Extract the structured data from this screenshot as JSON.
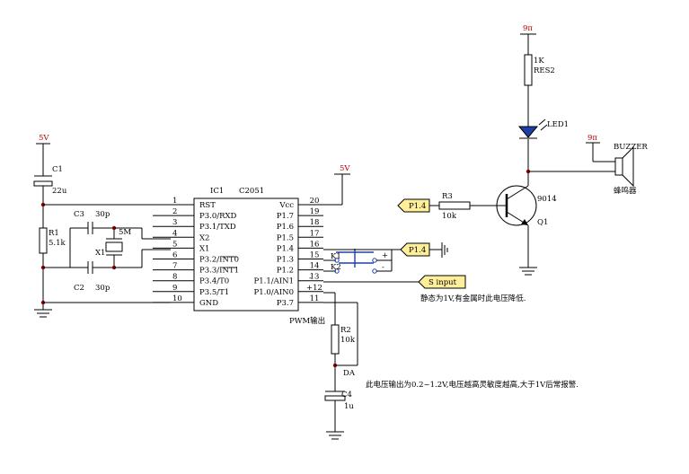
{
  "supply": {
    "v5_a": "5V",
    "v5_b": "5V",
    "v9_a": "9π",
    "v9_b": "9π"
  },
  "ic": {
    "ref": "IC1",
    "part": "C2051",
    "left_pins": [
      {
        "num": "1",
        "name": "RST"
      },
      {
        "num": "2",
        "name": "P3.0/RXD"
      },
      {
        "num": "3",
        "name": "P3.1/TXD"
      },
      {
        "num": "4",
        "name": "X2"
      },
      {
        "num": "5",
        "name": "X1"
      },
      {
        "num": "6",
        "name": "P3.2/INT0"
      },
      {
        "num": "7",
        "name": "P3.3/INT1"
      },
      {
        "num": "8",
        "name": "P3.4/T0"
      },
      {
        "num": "9",
        "name": "P3.5/T1"
      },
      {
        "num": "10",
        "name": "GND"
      }
    ],
    "right_pins": [
      {
        "num": "20",
        "name": "Vcc"
      },
      {
        "num": "19",
        "name": "P1.7"
      },
      {
        "num": "18",
        "name": "P1.6"
      },
      {
        "num": "17",
        "name": "P1.5"
      },
      {
        "num": "16",
        "name": "P1.4"
      },
      {
        "num": "15",
        "name": "P1.3"
      },
      {
        "num": "14",
        "name": "P1.2"
      },
      {
        "num": "13",
        "name": "P1.1/AIN1"
      },
      {
        "num": "+12",
        "name": "P1.0/AIN0"
      },
      {
        "num": "11",
        "name": "P3.7"
      }
    ]
  },
  "parts": {
    "c1": "C1",
    "c1_val": "22u",
    "r1": "R1",
    "r1_val": "5.1k",
    "c3": "C3",
    "c3_val": "30p",
    "c2": "C2",
    "c2_val": "30p",
    "x1": "X1",
    "x1_val": "5M",
    "k1": "K1",
    "k2": "K2",
    "plus": "+",
    "minus": "-",
    "minus13": "-",
    "r2": "R2",
    "r2_val": "10k",
    "da": "DA",
    "c4": "C4",
    "c4_val": "1u",
    "r3": "R3",
    "r3_val": "10k",
    "q1": "Q1",
    "q1_part": "9014",
    "led": "LED1",
    "res2_val": "1K",
    "res2": "RES2",
    "buzzer": "BUZZER",
    "buzzer_cn": "蜂鸣器"
  },
  "ports": {
    "p14_a": "P1.4",
    "p14_b": "P1.4",
    "s_input": "S input"
  },
  "notes": {
    "pwm": "PWM输出",
    "static": "静态为1V,有金属时此电压降低.",
    "da": "此电压输出为0.2~1.2V,电压越高灵敏度越高,大于1V后常报警."
  },
  "colors": {
    "wire": "#000000",
    "supply": "#b30000",
    "switch": "#1f3fa8",
    "junction": "#8a0000"
  }
}
